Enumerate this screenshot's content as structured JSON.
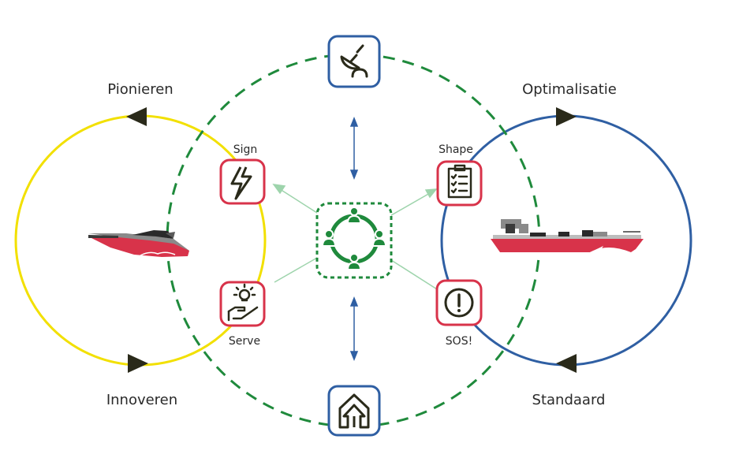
{
  "labels": {
    "pionieren": "Pionieren",
    "innoveren": "Innoveren",
    "optimalisatie": "Optimalisatie",
    "standaard": "Standaard",
    "sign": "Sign",
    "serve": "Serve",
    "shape": "Shape",
    "sos": "SOS!"
  },
  "colors": {
    "yellow_cycle": "#f2e000",
    "blue_cycle": "#2f5fa3",
    "green_dashed": "#1f8a3c",
    "red_box": "#d8334a",
    "blue_box": "#2f5fa3",
    "arrow_blue": "#2f5fa3",
    "arrow_light_green": "#9ed4ac",
    "triangle": "#2a2a1a"
  },
  "icons": {
    "top": "satellite-dish-icon",
    "bottom": "house-arrow-up-icon",
    "center": "team-circle-icon",
    "sign": "lightning-icon",
    "serve": "lightbulb-hand-icon",
    "shape": "clipboard-checklist-icon",
    "sos": "exclamation-circle-icon",
    "left_vessel": "speedboat-icon",
    "right_vessel": "cargo-ship-icon"
  }
}
